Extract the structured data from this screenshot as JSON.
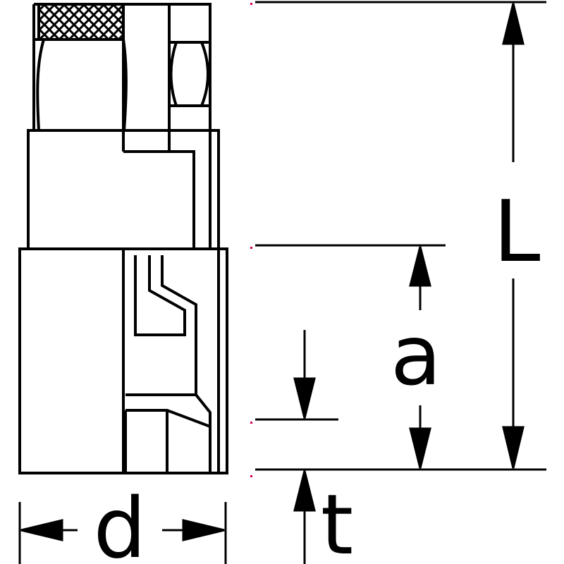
{
  "diagram": {
    "labels": {
      "length_total": "L",
      "length_a": "a",
      "diameter": "d",
      "thickness": "t"
    },
    "colors": {
      "stroke": "#000000",
      "background": "#ffffff",
      "tick_mark": "#d8005a"
    }
  }
}
